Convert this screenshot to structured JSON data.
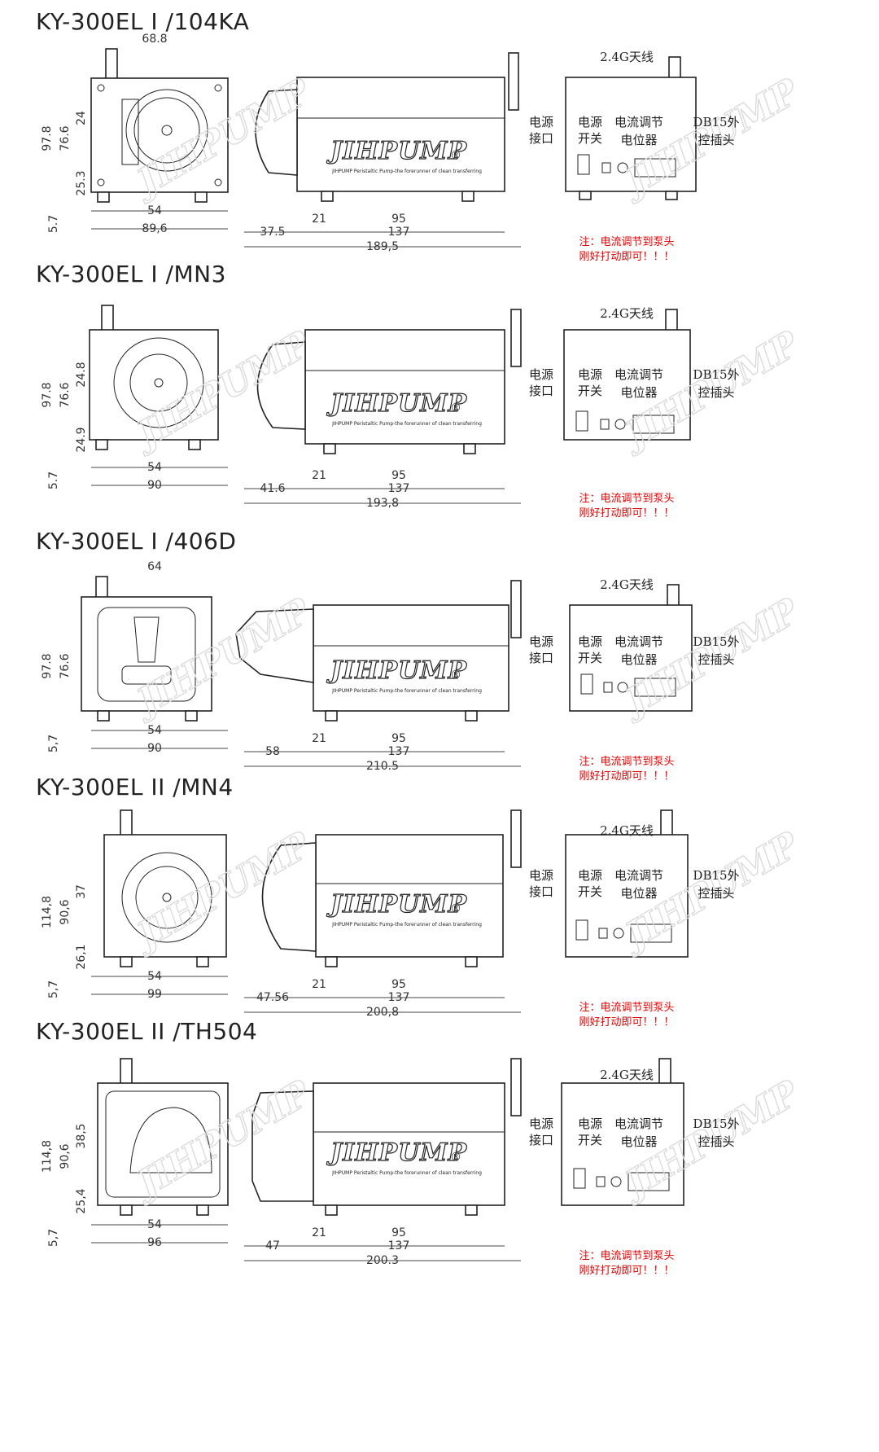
{
  "sections": [
    {
      "title": "KY-300EL I /104KA",
      "pump_head": "104KA",
      "front": {
        "width_top": "68.8",
        "height_total": "97.8",
        "height_body": "76.6",
        "d1": "24",
        "d2": "25.3",
        "foot": "5.7",
        "base_inner": "54",
        "base_outer": "89,6"
      },
      "side": {
        "head": "37.5",
        "gap": "21",
        "mid": "95",
        "body": "137",
        "total": "189,5"
      }
    },
    {
      "title": "KY-300EL I /MN3",
      "pump_head": "MN3",
      "front": {
        "width_top": "",
        "height_total": "97.8",
        "height_body": "76.6",
        "d1": "24.8",
        "d2": "24.9",
        "foot": "5.7",
        "base_inner": "54",
        "base_outer": "90"
      },
      "side": {
        "head": "41.6",
        "gap": "21",
        "mid": "95",
        "body": "137",
        "total": "193,8"
      }
    },
    {
      "title": "KY-300EL I /406D",
      "pump_head": "406D",
      "front": {
        "width_top": "64",
        "height_total": "97.8",
        "height_body": "76.6",
        "d1": "",
        "d2": "",
        "foot": "5,7",
        "base_inner": "54",
        "base_outer": "90"
      },
      "side": {
        "head": "58",
        "gap": "21",
        "mid": "95",
        "body": "137",
        "total": "210.5"
      }
    },
    {
      "title": "KY-300EL II /MN4",
      "pump_head": "MN4",
      "front": {
        "width_top": "",
        "height_total": "114,8",
        "height_body": "90,6",
        "d1": "37",
        "d2": "26,1",
        "foot": "5,7",
        "base_inner": "54",
        "base_outer": "99"
      },
      "side": {
        "head": "47.56",
        "gap": "21",
        "mid": "95",
        "body": "137",
        "total": "200,8"
      }
    },
    {
      "title": "KY-300EL II /TH504",
      "pump_head": "TH504",
      "front": {
        "width_top": "",
        "height_total": "114,8",
        "height_body": "90,6",
        "d1": "38,5",
        "d2": "25,4",
        "foot": "5,7",
        "base_inner": "54",
        "base_outer": "96"
      },
      "side": {
        "head": "47",
        "gap": "21",
        "mid": "95",
        "body": "137",
        "total": "200.3"
      }
    }
  ],
  "back_panel": {
    "antenna": "2.4G天线",
    "power_jack_1": "电源",
    "power_jack_2": "接口",
    "power_switch_1": "电源",
    "power_switch_2": "开关",
    "current_pot_1": "电流调节",
    "current_pot_2": "电位器",
    "db15_1": "DB15外",
    "db15_2": "控插头",
    "note_1": "注：电流调节到泵头",
    "note_2": "刚好打动即可！！！"
  },
  "logo": "JIHPUMP",
  "logo_mark": "®",
  "tagline": "JIHPUMP Peristaltic Pump-the forerunner of clean transferring",
  "watermark": "JIHPUMP",
  "colors": {
    "line": "#222222",
    "warning": "#e60000",
    "watermark": "#d9d9d9"
  }
}
